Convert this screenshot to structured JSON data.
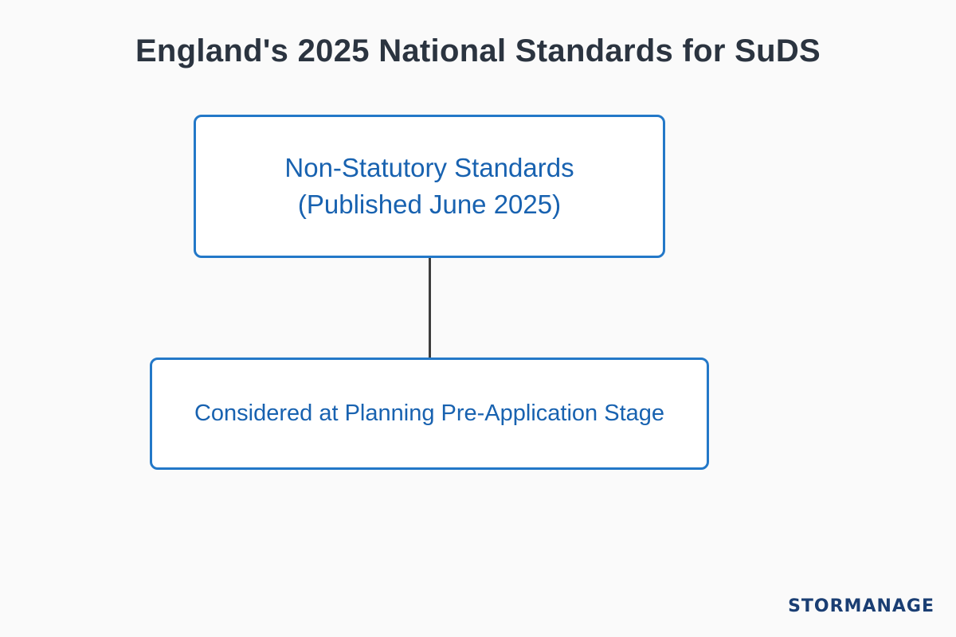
{
  "title": "England's 2025 National Standards for SuDS",
  "nodes": {
    "top": {
      "line1": "Non-Statutory Standards",
      "line2": "(Published June 2025)"
    },
    "bottom": {
      "label": "Considered at Planning Pre-Application Stage"
    }
  },
  "brand": "STORMANAGE",
  "colors": {
    "box_border": "#2378c8",
    "box_text": "#1862b0",
    "title_text": "#2b3440",
    "connector": "#3d3d3d",
    "brand": "#1a3e73"
  }
}
